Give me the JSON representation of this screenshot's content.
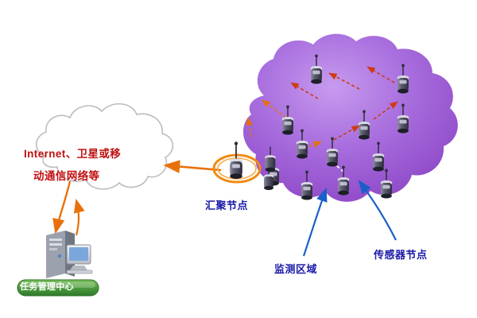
{
  "diagram": {
    "title_internal": "wireless-sensor-network-architecture",
    "labels": {
      "internet_line1": "Internet、卫星或移",
      "internet_line2": "动通信网络等",
      "sink_node": "汇聚节点",
      "monitor_region": "监测区域",
      "sensor_node": "传感器节点",
      "task_center": "任务管理中心"
    },
    "colors": {
      "cloud_purple": "#9b59d0",
      "cloud_purple_light": "#b07ae0",
      "cloud_white_stroke": "#b8b8b8",
      "arrow_blue": "#1a5fc8",
      "arrow_orange": "#e8700a",
      "label_blue": "#1a1aa8",
      "label_red": "#c01010",
      "badge_green": "#3f8f3f",
      "sensor_body": "#5a5a6e",
      "sensor_dark": "#2e2e3c"
    },
    "elements": {
      "sensor_node_count": 14,
      "sink_highlight": "orange-ellipse",
      "task_center_icon": "server-computer",
      "task_center_badge": "rounded-green-pill"
    }
  }
}
